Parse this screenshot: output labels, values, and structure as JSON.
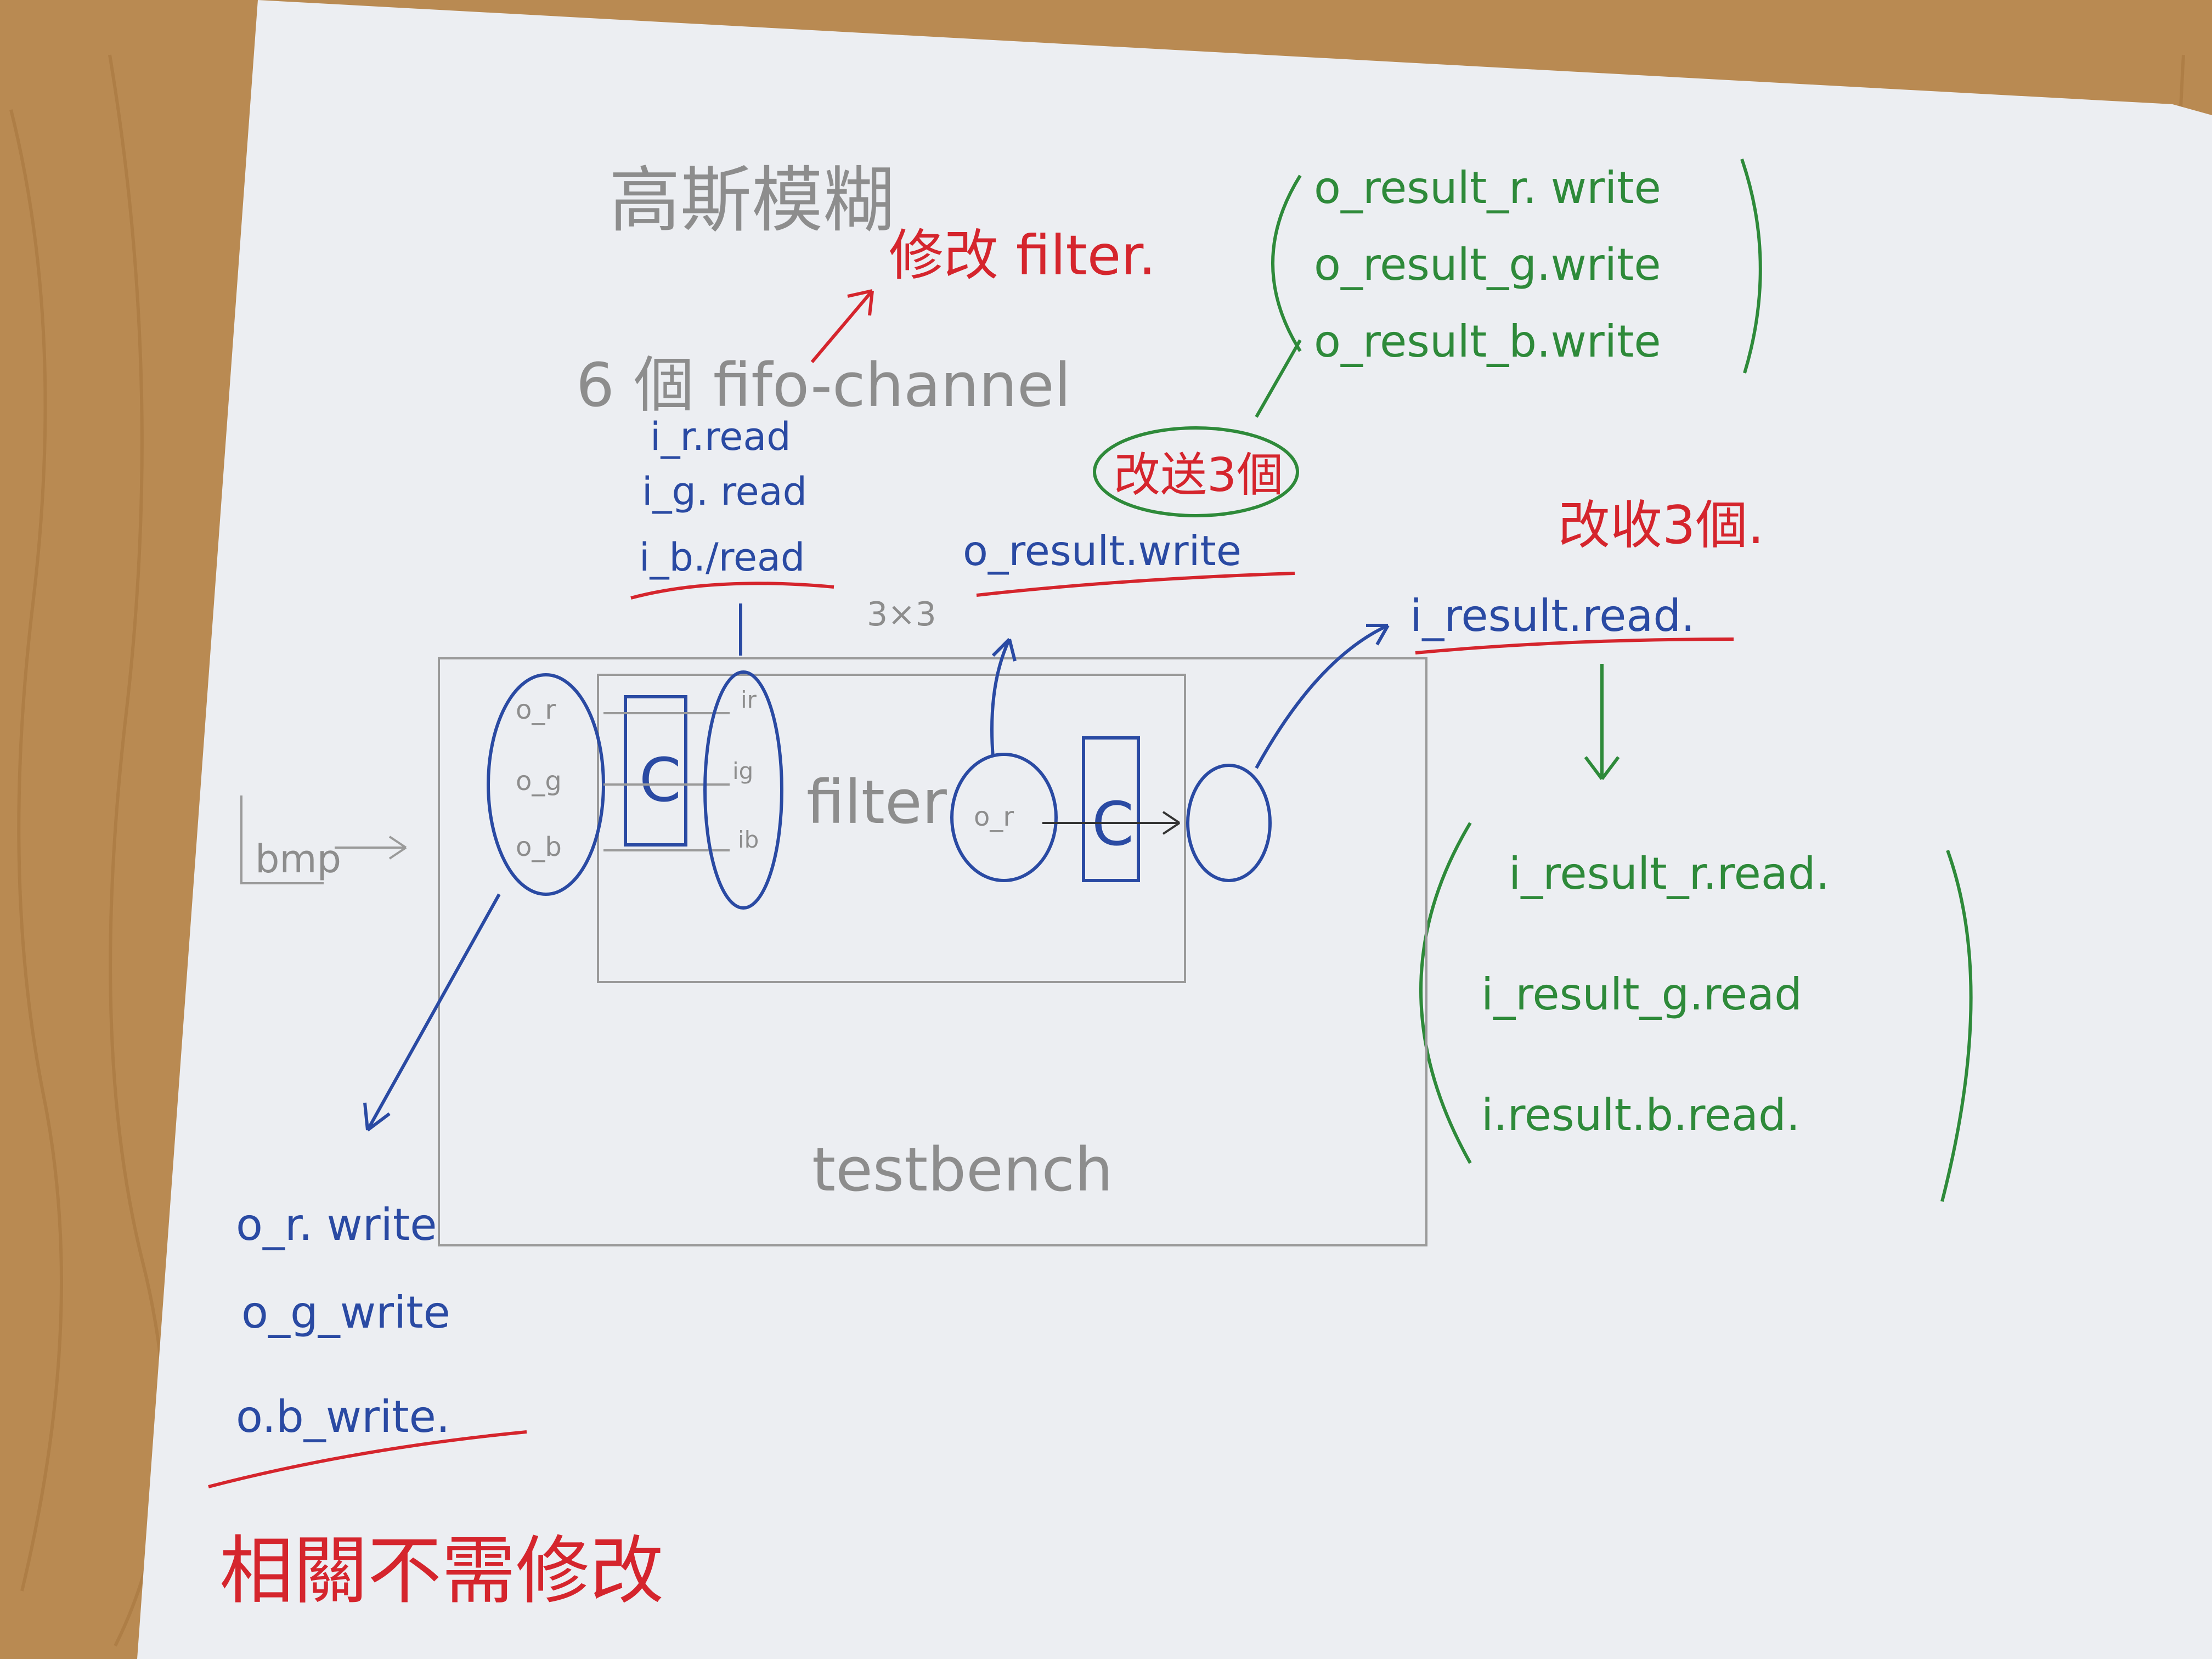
{
  "colors": {
    "desk": "#b98a52",
    "paper": "#eef0f3",
    "pencil": "#8d8d8d",
    "blue": "#2a4aa3",
    "red": "#d5252d",
    "green": "#2e8a3a"
  },
  "title": "高斯模糊",
  "modify_filter": "修改 filter.",
  "fifo": "6 個 fifo-channel",
  "in_reads": [
    "i_r.read",
    "i_g. read",
    "i_b./read"
  ],
  "kernel": "3×3",
  "o_result_write": "o_result.write",
  "send3": "改送3個",
  "o_results": [
    "o_result_r. write",
    "o_result_g.write",
    "o_result_b.write"
  ],
  "recv3": "改收3個.",
  "i_result_read": "i_result.read.",
  "i_results": [
    "i_result_r.read.",
    "i_result_g.read",
    "i.result.b.read."
  ],
  "bmp": "bmp",
  "filter_word": "filter",
  "testbench": "testbench",
  "ports_out": [
    "o_r",
    "o_g",
    "o_b"
  ],
  "ports_in": [
    "ir",
    "ig",
    "ib"
  ],
  "c_label": "C",
  "o_r_port": "o_r",
  "o_writes": [
    "o_r. write",
    "o_g_write",
    "o.b_write."
  ],
  "no_change": "相關不需修改"
}
